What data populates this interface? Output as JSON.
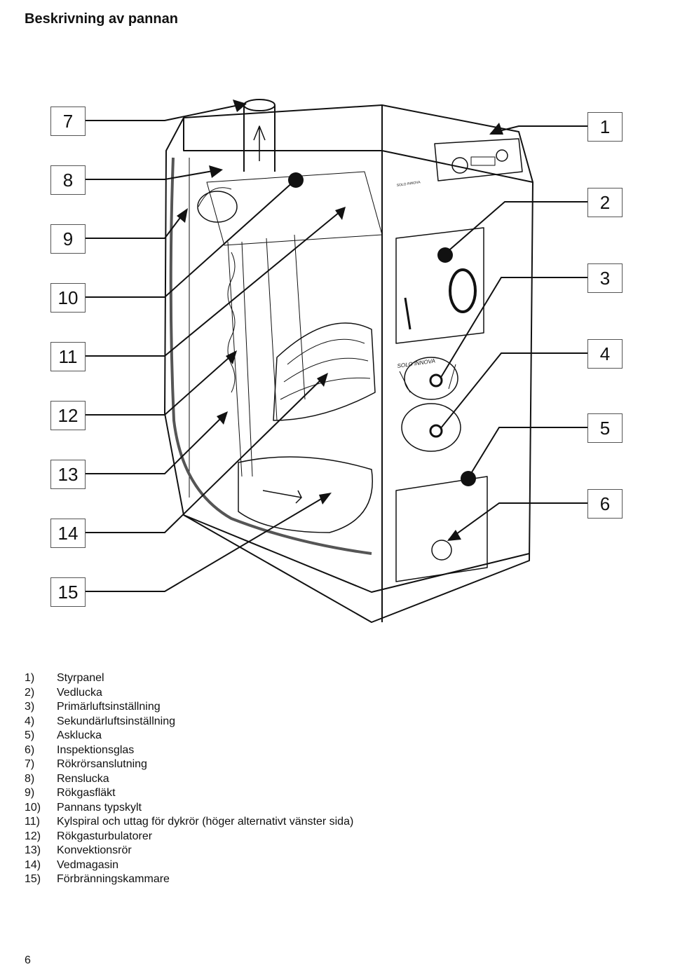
{
  "page": {
    "title": "Beskrivning av pannan",
    "page_number": "6"
  },
  "callouts": {
    "left": [
      "7",
      "8",
      "9",
      "10",
      "11",
      "12",
      "13",
      "14",
      "15"
    ],
    "right": [
      "1",
      "2",
      "3",
      "4",
      "5",
      "6"
    ]
  },
  "boiler_labels": {
    "brand_top": "SOLO INNOVA",
    "brand_door": "SOLO INNOVA"
  },
  "legend": [
    {
      "num": "1)",
      "text": "Styrpanel"
    },
    {
      "num": "2)",
      "text": "Vedlucka"
    },
    {
      "num": "3)",
      "text": "Primärluftsinställning"
    },
    {
      "num": "4)",
      "text": "Sekundärluftsinställning"
    },
    {
      "num": "5)",
      "text": "Asklucka"
    },
    {
      "num": "6)",
      "text": "Inspektionsglas"
    },
    {
      "num": "7)",
      "text": "Rökrörsanslutning"
    },
    {
      "num": "8)",
      "text": "Renslucka"
    },
    {
      "num": "9)",
      "text": "Rökgasfläkt"
    },
    {
      "num": "10)",
      "text": "Pannans typskylt"
    },
    {
      "num": "11)",
      "text": "Kylspiral och uttag för dykrör (höger alternativt vänster sida)"
    },
    {
      "num": "12)",
      "text": "Rökgasturbulatorer"
    },
    {
      "num": "13)",
      "text": "Konvektionsrör"
    },
    {
      "num": "14)",
      "text": "Vedmagasin"
    },
    {
      "num": "15)",
      "text": "Förbränningskammare"
    }
  ]
}
